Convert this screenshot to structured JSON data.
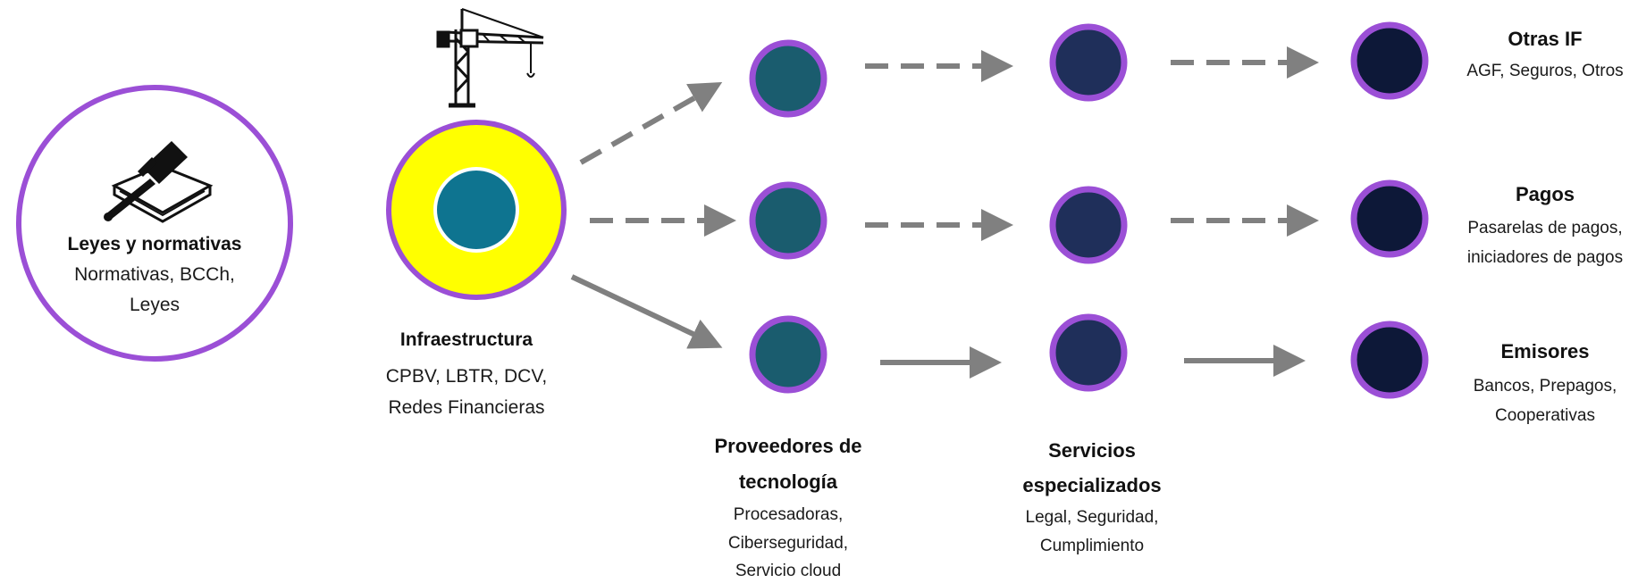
{
  "colors": {
    "ring": "#9b4fd6",
    "core_yellow": "#ffff00",
    "core_teal": "#0e7490",
    "node_teal": "#1a5c6e",
    "node_navy": "#1f2f5a",
    "node_dark": "#0d1838",
    "arrow": "#808080"
  },
  "icons": {
    "laws": "gavel-book-icon",
    "infra": "crane-icon"
  },
  "laws": {
    "title": "Leyes y normativas",
    "line1": "Normativas, BCCh,",
    "line2": "Leyes"
  },
  "infra": {
    "title": "Infraestructura",
    "line1": "CPBV, LBTR, DCV,",
    "line2": "Redes Financieras"
  },
  "proveedores": {
    "title1": "Proveedores de",
    "title2": "tecnología",
    "line1": "Procesadoras,",
    "line2": "Ciberseguridad,",
    "line3": "Servicio cloud"
  },
  "servicios": {
    "title1": "Servicios",
    "title2": "especializados",
    "line1": "Legal, Seguridad,",
    "line2": "Cumplimiento"
  },
  "otras": {
    "title": "Otras IF",
    "line1": "AGF, Seguros, Otros"
  },
  "pagos": {
    "title": "Pagos",
    "line1": "Pasarelas de pagos,",
    "line2": "iniciadores de pagos"
  },
  "emisores": {
    "title": "Emisores",
    "line1": "Bancos, Prepagos,",
    "line2": "Cooperativas"
  }
}
